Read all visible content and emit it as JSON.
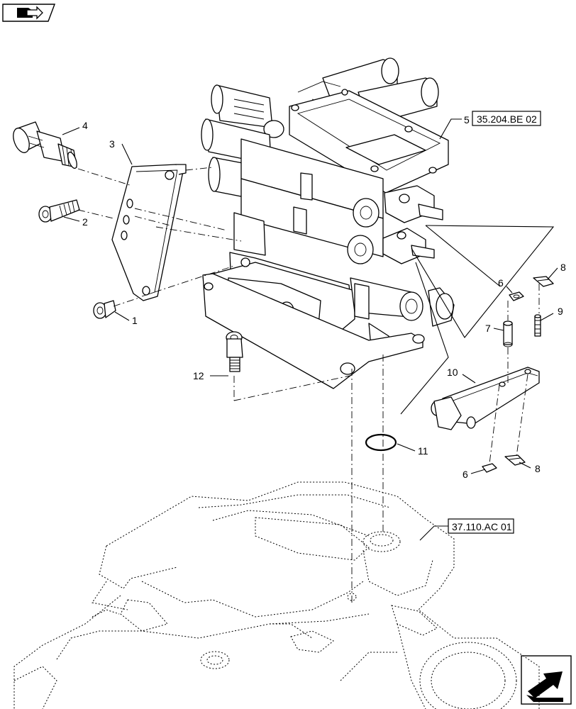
{
  "icons": {
    "top_left": "book-arrow-icon",
    "bottom_right": "next-page-arrow-icon"
  },
  "callouts": [
    {
      "id": "1",
      "text": "1"
    },
    {
      "id": "2",
      "text": "2"
    },
    {
      "id": "3",
      "text": "3"
    },
    {
      "id": "4",
      "text": "4"
    },
    {
      "id": "5",
      "text": "5"
    },
    {
      "id": "6a",
      "text": "6"
    },
    {
      "id": "6b",
      "text": "6"
    },
    {
      "id": "7",
      "text": "7"
    },
    {
      "id": "8a",
      "text": "8"
    },
    {
      "id": "8b",
      "text": "8"
    },
    {
      "id": "9",
      "text": "9"
    },
    {
      "id": "10",
      "text": "10"
    },
    {
      "id": "11",
      "text": "11"
    },
    {
      "id": "12",
      "text": "12"
    }
  ],
  "references": {
    "valve_ref": "35.204.BE 02",
    "housing_ref": "37.110.AC 01"
  }
}
